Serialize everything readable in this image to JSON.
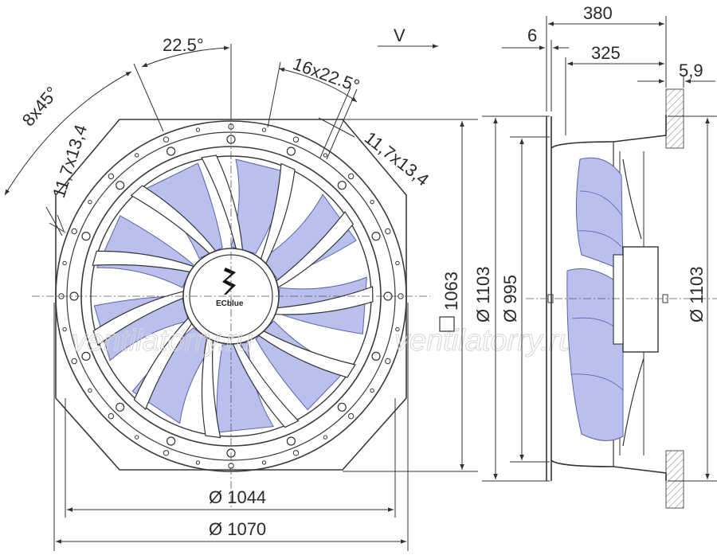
{
  "dimensions": {
    "flow_symbol": "V",
    "angle_pitch": "22.5°",
    "holes_outer": "16x22.5°",
    "holes_inner": "8x45°",
    "slot_right": "11,7x13,4",
    "slot_left": "11,7x13,4",
    "square_1063": "1063",
    "dia_1103_front": "Ø 1103",
    "dia_995": "Ø 995",
    "dia_1044": "Ø 1044",
    "dia_1070": "Ø 1070",
    "depth_380": "380",
    "depth_325": "325",
    "flange_6": "6",
    "wall_59": "5,9",
    "dia_1103_side": "Ø 1103"
  },
  "logo": {
    "text": "ECblue"
  },
  "watermark": {
    "left": "ventilatorry.ru",
    "right": "ventilatorry.ru"
  },
  "colors": {
    "blade": "#b9c0ee",
    "blade_edge": "#5a63a8",
    "line": "#3a3a3a",
    "hatch": "#777777"
  }
}
